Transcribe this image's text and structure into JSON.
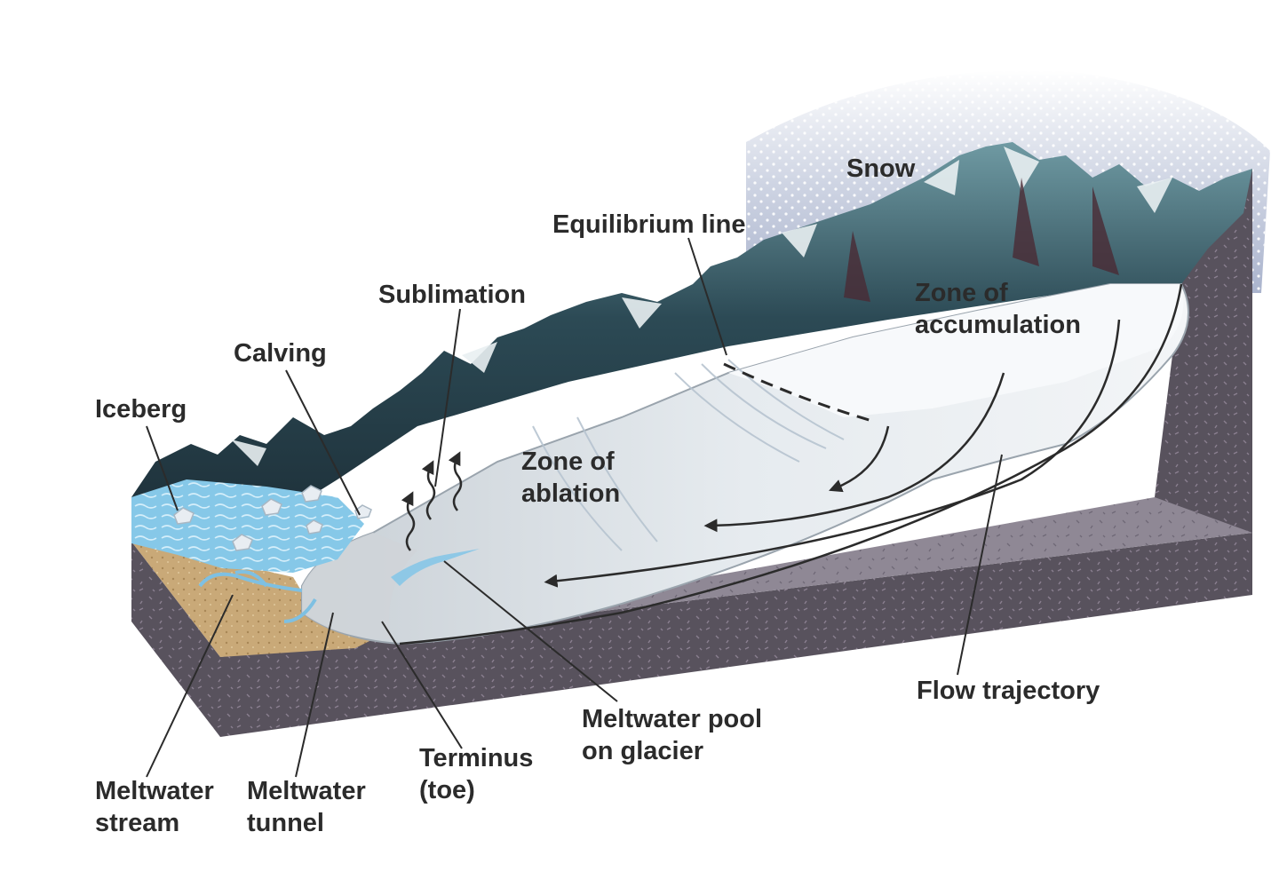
{
  "labels": {
    "snow": "Snow",
    "equilibrium_line": "Equilibrium line",
    "sublimation": "Sublimation",
    "calving": "Calving",
    "iceberg": "Iceberg",
    "zone_accumulation": [
      "Zone of",
      "accumulation"
    ],
    "zone_ablation": [
      "Zone of",
      "ablation"
    ],
    "flow_trajectory": "Flow trajectory",
    "meltwater_pool": [
      "Meltwater pool",
      "on glacier"
    ],
    "terminus": [
      "Terminus",
      "(toe)"
    ],
    "meltwater_stream": [
      "Meltwater",
      "stream"
    ],
    "meltwater_tunnel": [
      "Meltwater",
      "tunnel"
    ]
  },
  "colors": {
    "bedrock_side": "#5b5560",
    "bedrock_top": "#8e8794",
    "glacier_ice": "#e3e9ee",
    "mountain_rock": "#2c4550",
    "lake_water": "#7cc3e6",
    "sediment": "#c9a978",
    "leader_line": "#2b2b2b"
  }
}
